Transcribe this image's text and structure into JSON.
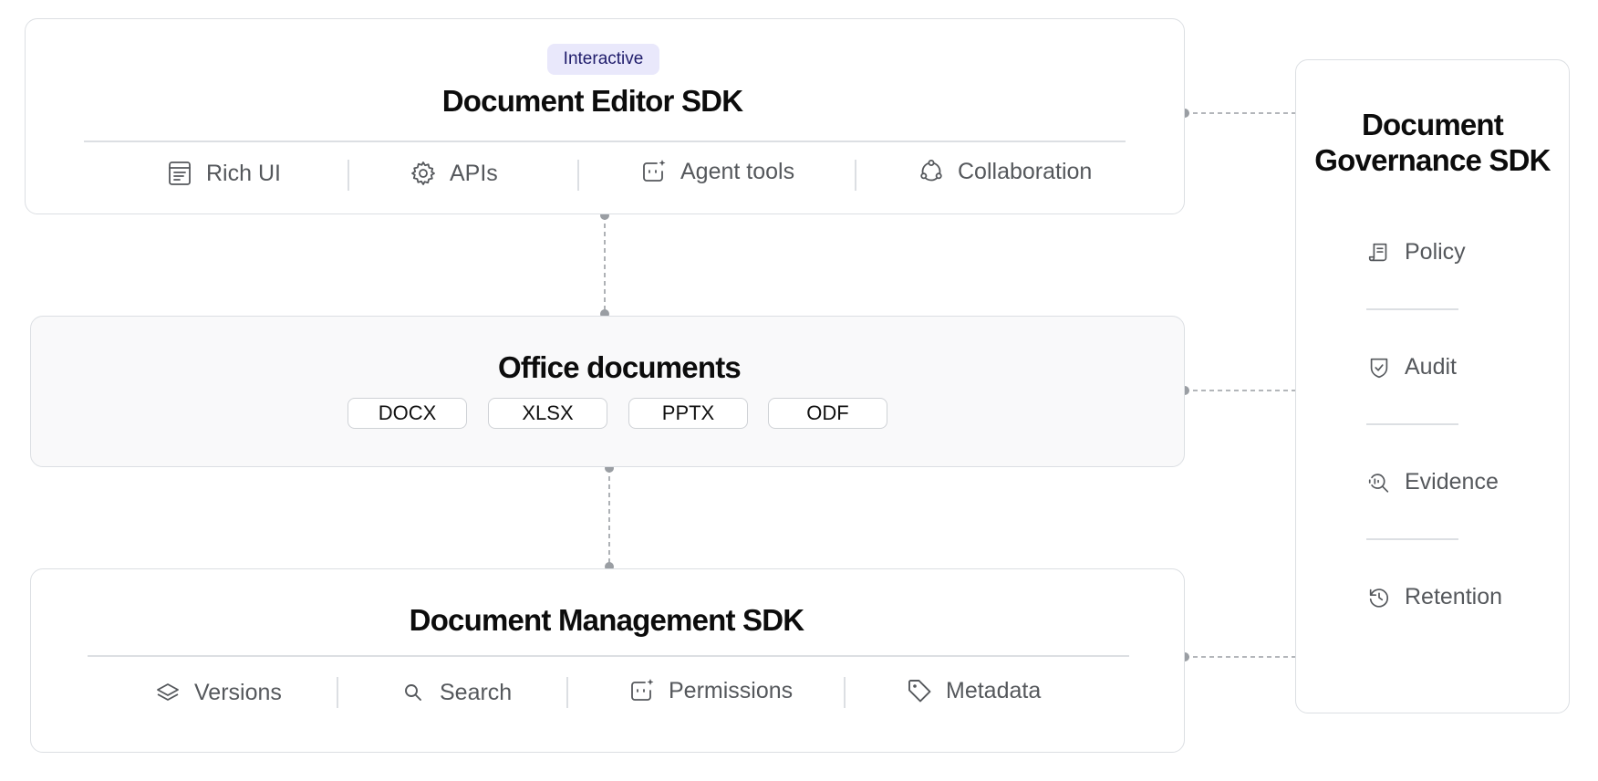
{
  "editor": {
    "badge": "Interactive",
    "title": "Document Editor SDK",
    "features": [
      {
        "label": "Rich UI",
        "icon": "rich-ui-icon"
      },
      {
        "label": "APIs",
        "icon": "gear-icon"
      },
      {
        "label": "Agent tools",
        "icon": "agent-tools-icon"
      },
      {
        "label": "Collaboration",
        "icon": "collaboration-icon"
      }
    ]
  },
  "office": {
    "title": "Office documents",
    "formats": [
      "DOCX",
      "XLSX",
      "PPTX",
      "ODF"
    ]
  },
  "management": {
    "title": "Document Management SDK",
    "features": [
      {
        "label": "Versions",
        "icon": "layers-icon"
      },
      {
        "label": "Search",
        "icon": "search-icon"
      },
      {
        "label": "Permissions",
        "icon": "permissions-icon"
      },
      {
        "label": "Metadata",
        "icon": "tag-icon"
      }
    ]
  },
  "governance": {
    "title_line1": "Document",
    "title_line2": "Governance SDK",
    "items": [
      {
        "label": "Policy",
        "icon": "policy-icon"
      },
      {
        "label": "Audit",
        "icon": "shield-check-icon"
      },
      {
        "label": "Evidence",
        "icon": "evidence-search-icon"
      },
      {
        "label": "Retention",
        "icon": "history-icon"
      }
    ]
  },
  "colors": {
    "border": "#dcdfe3",
    "connector": "#9a9ea3",
    "badge_bg": "#e9e8fb",
    "badge_text": "#1f1c6b",
    "muted_text": "#55585c"
  }
}
